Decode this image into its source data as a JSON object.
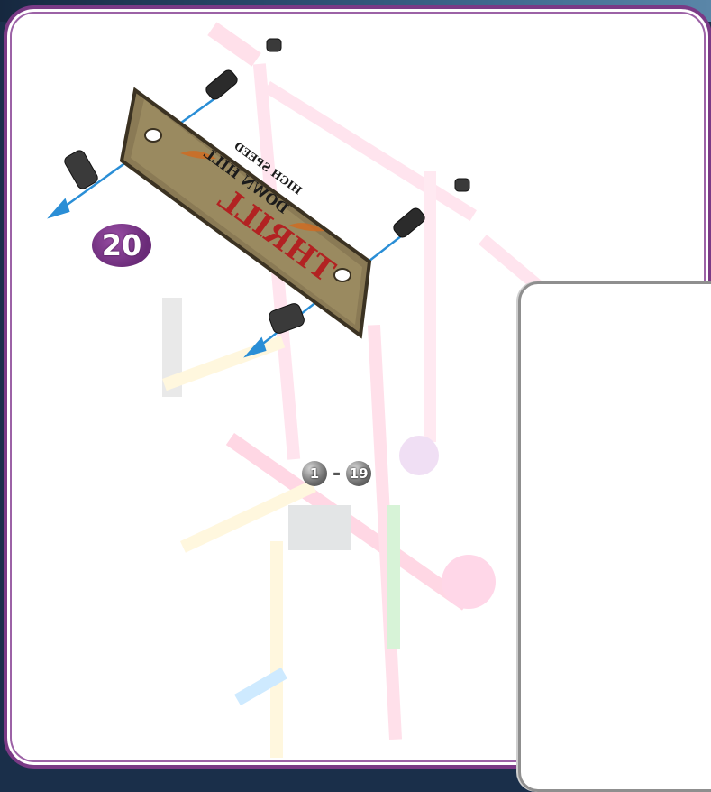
{
  "step": {
    "number": "20"
  },
  "range": {
    "from": "1",
    "dash": "-",
    "to": "19"
  },
  "sign": {
    "line1": "DOWN HILL",
    "line2": "THRILL",
    "line3": "HIGH SPEED"
  },
  "colors": {
    "frame_purple": "#7a3a86",
    "arrow_blue": "#2a8ed6",
    "badge_purple": "#6a2b78",
    "plate_brown": "#8a7a55"
  },
  "icons": [
    "arrow-icon",
    "connector-peg-icon",
    "end-cap-icon"
  ]
}
